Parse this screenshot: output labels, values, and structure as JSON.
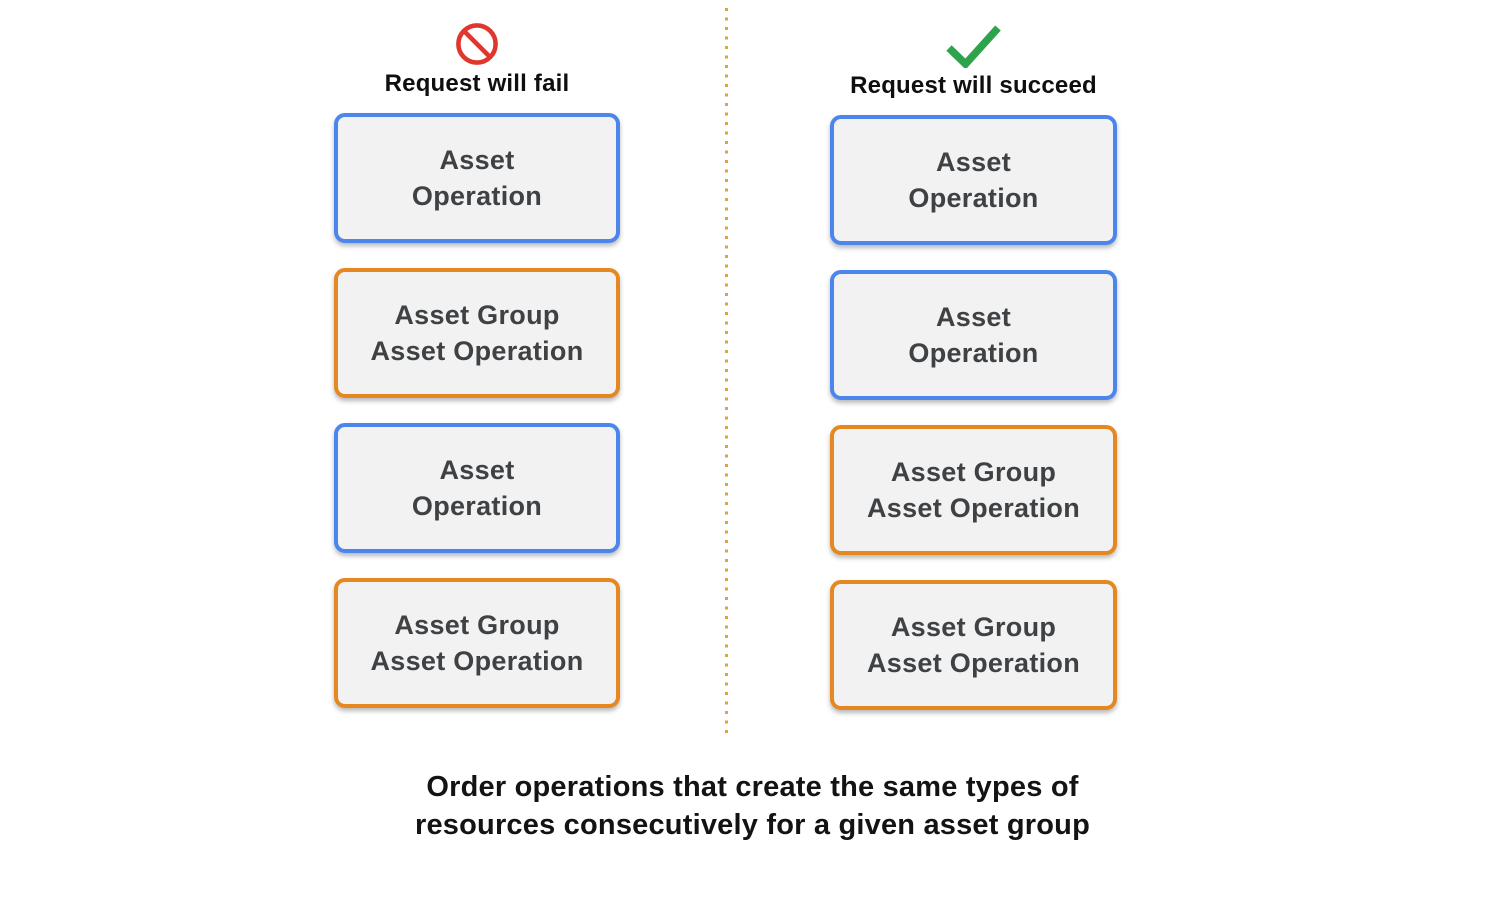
{
  "columns": [
    {
      "title": "Request will fail",
      "icon": "prohibited-icon",
      "icon_color": "#df372d",
      "boxes": [
        {
          "kind": "asset-operation",
          "label": "Asset\nOperation",
          "border_color": "#4c86ec"
        },
        {
          "kind": "asset-group-asset-operation",
          "label": "Asset Group\nAsset Operation",
          "border_color": "#e68822"
        },
        {
          "kind": "asset-operation",
          "label": "Asset\nOperation",
          "border_color": "#4c86ec"
        },
        {
          "kind": "asset-group-asset-operation",
          "label": "Asset Group\nAsset Operation",
          "border_color": "#e68822"
        }
      ]
    },
    {
      "title": "Request will succeed",
      "icon": "checkmark-icon",
      "icon_color": "#2fa24c",
      "boxes": [
        {
          "kind": "asset-operation",
          "label": "Asset\nOperation",
          "border_color": "#4c86ec"
        },
        {
          "kind": "asset-operation",
          "label": "Asset\nOperation",
          "border_color": "#4c86ec"
        },
        {
          "kind": "asset-group-asset-operation",
          "label": "Asset Group\nAsset Operation",
          "border_color": "#e68822"
        },
        {
          "kind": "asset-group-asset-operation",
          "label": "Asset Group\nAsset Operation",
          "border_color": "#e68822"
        }
      ]
    }
  ],
  "divider": {
    "style": "dotted",
    "color": "#e2a23e"
  },
  "caption": "Order operations that create the same types of\nresources consecutively for a given asset group",
  "colors": {
    "blue_border": "#4c86ec",
    "orange_border": "#e68822",
    "box_fill": "#f2f2f2",
    "box_text": "#3f4245",
    "fail_icon_red": "#df372d",
    "succeed_icon_green": "#2fa24c",
    "divider_orange": "#e2a23e"
  }
}
